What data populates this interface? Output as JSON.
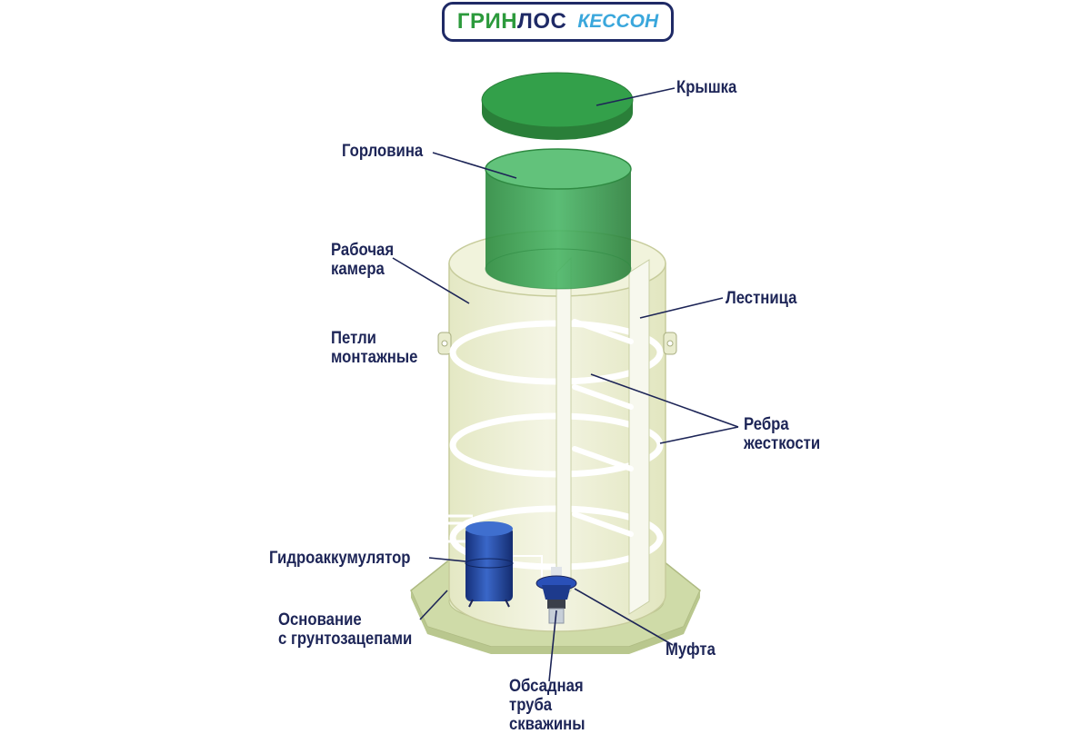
{
  "brand": {
    "part1": "ГРИН",
    "part2": "ЛОС",
    "product": "КЕССОН"
  },
  "labels": {
    "lid": "Крышка",
    "neck": "Горловина",
    "chamber": "Рабочая\nкамера",
    "lifting_loops": "Петли\nмонтажные",
    "ladder": "Лестница",
    "ribs": "Ребра\nжесткости",
    "accumulator": "Гидроаккумулятор",
    "base": "Основание\nс грунтозацепами",
    "coupling": "Муфта",
    "casing_pipe": "Обсадная\nтруба\nскважины"
  },
  "colors": {
    "navy": "#1d2557",
    "brand_green": "#2c9a3c",
    "brand_blue": "#3aa7dc",
    "lid_green": "#2e9a43",
    "neck_green": "#3fa75a",
    "chamber_fill": "#eef0d6",
    "base_fill": "#d9e3b5",
    "accumulator_blue": "#2348a8"
  }
}
